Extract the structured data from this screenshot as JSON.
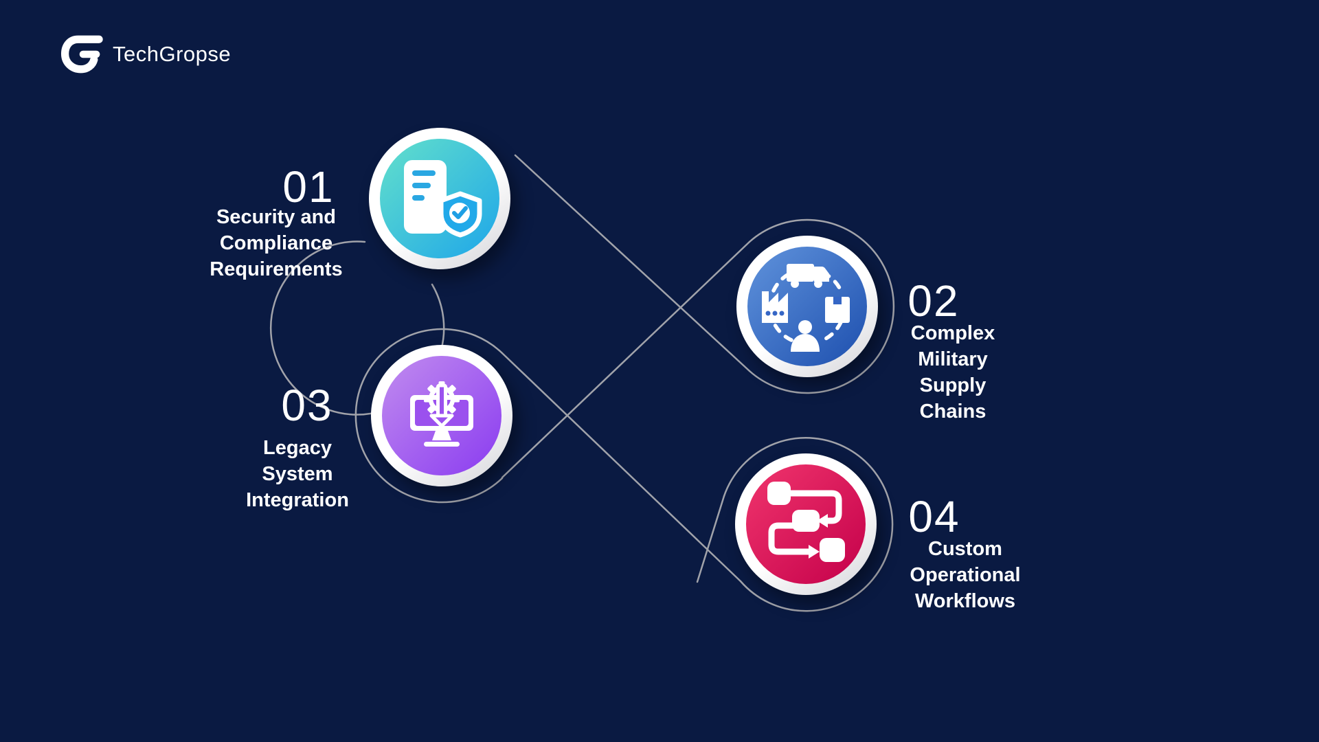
{
  "logo": {
    "brand": "TechGropse",
    "mark": "G"
  },
  "background_color": "#0a1a42",
  "connector_color": "#b2b2b6",
  "items": [
    {
      "number": "01",
      "label_lines": [
        "Security and",
        "Compliance",
        "Requirements"
      ],
      "icon": "document-shield-check-icon",
      "colors": {
        "from": "#63e0cb",
        "to": "#1ea6e9"
      }
    },
    {
      "number": "02",
      "label_lines": [
        "Complex",
        "Military",
        "Supply",
        "Chains"
      ],
      "icon": "supply-chain-network-icon",
      "colors": {
        "from": "#6093dc",
        "to": "#1d4fae"
      }
    },
    {
      "number": "03",
      "label_lines": [
        "Legacy",
        "System",
        "Integration"
      ],
      "icon": "monitor-gear-download-icon",
      "colors": {
        "from": "#c18cef",
        "to": "#8a3bf0"
      }
    },
    {
      "number": "04",
      "label_lines": [
        "Custom",
        "Operational",
        "Workflows"
      ],
      "icon": "workflow-nodes-icon",
      "colors": {
        "from": "#f0356d",
        "to": "#c4004a"
      }
    }
  ]
}
